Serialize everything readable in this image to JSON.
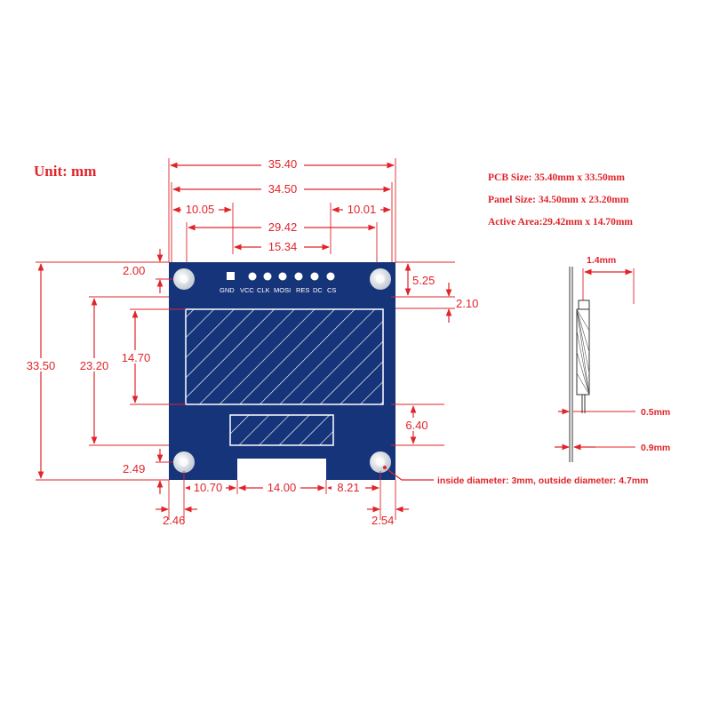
{
  "unit_label": "Unit:  mm",
  "specs": {
    "pcb_size": "PCB Size: 35.40mm x 33.50mm",
    "panel_size": "Panel Size: 34.50mm x 23.20mm",
    "active_area": "Active Area:29.42mm x 14.70mm"
  },
  "pins": [
    "GND",
    "VCC",
    "CLK",
    "MOSI",
    "RES",
    "DC",
    "CS"
  ],
  "dimensions": {
    "pcb_width": "35.40",
    "panel_width": "34.50",
    "left_offset": "10.05",
    "right_offset": "10.01",
    "active_width": "29.42",
    "header_width": "15.34",
    "top_hole": "2.00",
    "pcb_height": "33.50",
    "panel_height": "23.20",
    "active_height": "14.70",
    "right_top": "5.25",
    "right_gap": "2.10",
    "connector_height": "6.40",
    "bottom_hole": "2.49",
    "bottom_left": "10.70",
    "bottom_center": "14.00",
    "bottom_right": "8.21",
    "hole_left": "2.46",
    "hole_right": "2.54"
  },
  "hole_note": "inside diameter: 3mm, outside diameter: 4.7mm",
  "side_view": {
    "thickness_top": "1.4mm",
    "thickness_mid": "0.5mm",
    "thickness_bottom": "0.9mm"
  },
  "colors": {
    "dimension": "#e0242a",
    "pcb": "#16347a",
    "hole": "#d4dbe3"
  }
}
